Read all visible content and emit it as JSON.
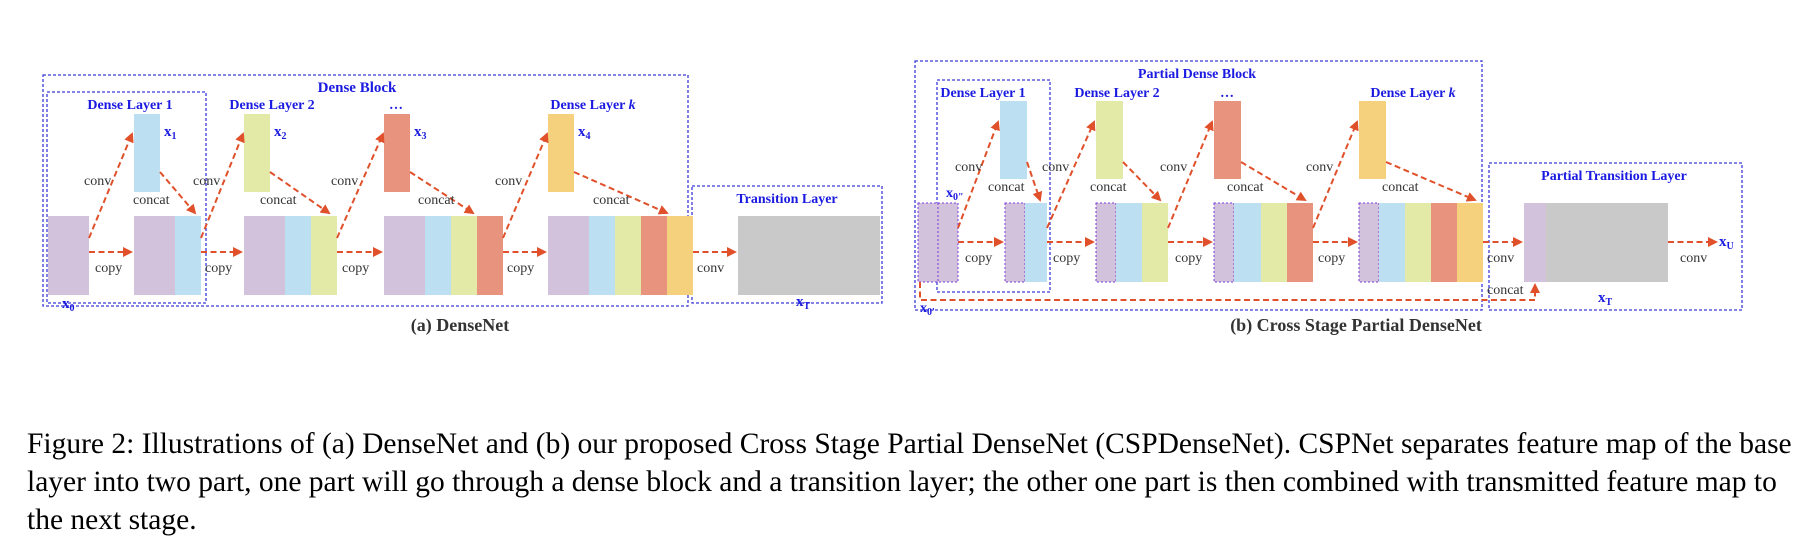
{
  "colors": {
    "purple": "#d3c2dc",
    "blue": "#bcdff2",
    "yellow_green": "#e3eaa8",
    "salmon": "#e8937d",
    "orange": "#f5d17e",
    "gray": "#c9c9c9",
    "label_blue": "#1a1ae0",
    "arrow": "#e0502a",
    "box_border": "#3a3ad8"
  },
  "densenet": {
    "block_title": "Dense Block",
    "layer1": "Dense Layer 1",
    "layer2": "Dense Layer 2",
    "layer_dots": "…",
    "layerk_prefix": "Dense Layer ",
    "layerk_k": "k",
    "x0": "x",
    "x0_sub": "0",
    "x1": "x",
    "x1_sub": "1",
    "x2": "x",
    "x2_sub": "2",
    "x3": "x",
    "x3_sub": "3",
    "x4": "x",
    "x4_sub": "4",
    "xt": "x",
    "xt_sub": "T",
    "conv": "conv",
    "copy": "copy",
    "concat": "concat",
    "transition_title": "Transition Layer",
    "caption": "(a) DenseNet"
  },
  "cspdensenet": {
    "block_title": "Partial Dense Block",
    "layer1": "Dense Layer 1",
    "layer2": "Dense Layer 2",
    "layer_dots": "…",
    "layerk_prefix": "Dense Layer ",
    "layerk_k": "k",
    "x0pp": "x",
    "x0pp_sub": "0\"",
    "x0p": "x",
    "x0p_sub": "0'",
    "xt": "x",
    "xt_sub": "T",
    "xu": "x",
    "xu_sub": "U",
    "conv": "conv",
    "copy": "copy",
    "concat": "concat",
    "transition_title": "Partial Transition Layer",
    "caption": "(b) Cross Stage Partial DenseNet"
  },
  "figure_caption": "Figure 2: Illustrations of (a) DenseNet and (b) our proposed Cross Stage Partial DenseNet (CSPDenseNet). CSPNet separates feature map of the base layer into two part, one part will go through a dense block and a transition layer; the other one part is then combined with transmitted feature map to the next stage."
}
